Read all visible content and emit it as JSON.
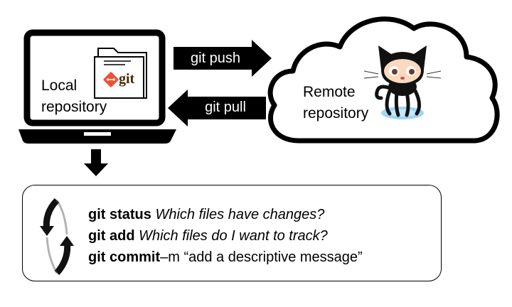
{
  "local": {
    "label_line1": "Local",
    "label_line2": "repository",
    "git_logo_text": "git"
  },
  "remote": {
    "label_line1": "Remote",
    "label_line2": "repository"
  },
  "arrows": {
    "push": "git push",
    "pull": "git pull"
  },
  "commands": [
    {
      "cmd": "git status",
      "desc": "Which files have changes?"
    },
    {
      "cmd": "git add",
      "desc": "Which files do I want to track?"
    },
    {
      "cmd": "git commit",
      "desc": "–m “add a descriptive message”"
    }
  ],
  "colors": {
    "arrow": "#000000",
    "git_orange": "#f05032",
    "octocat_skin": "#f9d9c0",
    "water": "#9fd7f2"
  },
  "icons": [
    "laptop-icon",
    "folder-icon",
    "git-logo-icon",
    "cloud-icon",
    "octocat-icon",
    "cycle-arrows-icon",
    "down-arrow-icon"
  ]
}
